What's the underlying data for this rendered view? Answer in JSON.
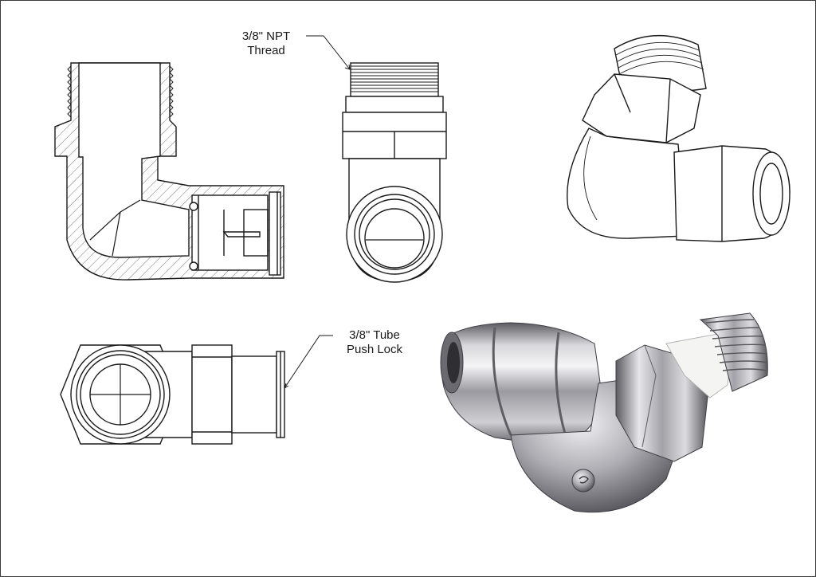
{
  "callouts": {
    "npt": {
      "line1": "3/8\" NPT",
      "line2": "Thread"
    },
    "tube": {
      "line1": "3/8\" Tube",
      "line2": "Push Lock"
    }
  },
  "colors": {
    "line": "#1a1a1a",
    "hatch": "#555555",
    "border": "#3a3a3a",
    "metal_light": "#e9e9ea",
    "metal_mid": "#a9a9ad",
    "metal_dark": "#4a4a4f",
    "seal_ring": "#f4f4f2"
  },
  "views": [
    "section-view",
    "front-view",
    "isometric-view",
    "bottom-view",
    "product-photo"
  ]
}
